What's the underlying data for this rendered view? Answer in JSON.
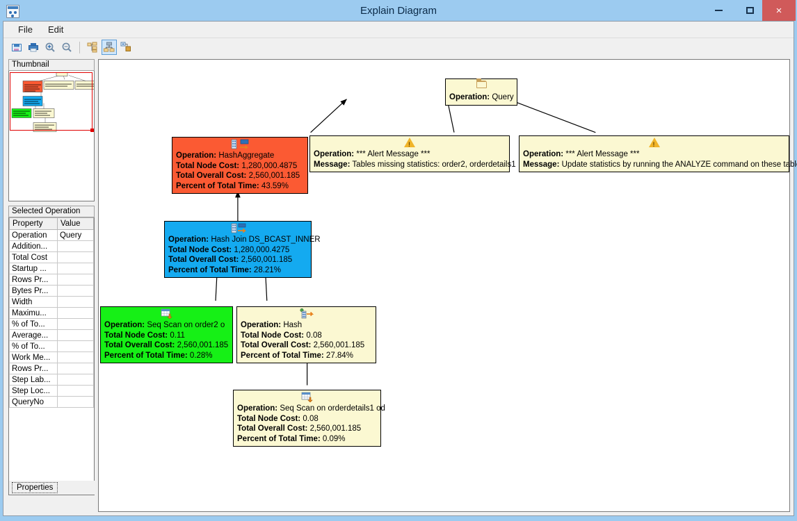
{
  "window": {
    "title": "Explain Diagram",
    "icon": "app-window-icon",
    "minimize_label": "Minimize",
    "maximize_label": "Maximize",
    "close_label": "×"
  },
  "menubar": {
    "items": [
      {
        "label": "File"
      },
      {
        "label": "Edit"
      }
    ]
  },
  "toolbar": {
    "buttons": [
      {
        "name": "save-icon",
        "label": "Save"
      },
      {
        "name": "print-icon",
        "label": "Print"
      },
      {
        "name": "zoom-in-icon",
        "label": "Zoom In"
      },
      {
        "name": "zoom-out-icon",
        "label": "Zoom Out"
      },
      {
        "name": "tree-view-icon",
        "label": "Tree View"
      },
      {
        "name": "diagram-view-icon",
        "label": "Diagram View"
      },
      {
        "name": "expand-nodes-icon",
        "label": "Expand Nodes"
      }
    ]
  },
  "left_panel": {
    "thumbnail_title": "Thumbnail",
    "selected_operation_title": "Selected Operation",
    "properties_tab_label": "Properties",
    "table": {
      "headers": [
        "Property",
        "Value"
      ],
      "rows": [
        {
          "property": "Operation",
          "value": "Query"
        },
        {
          "property": "Addition...",
          "value": ""
        },
        {
          "property": "Total Cost",
          "value": ""
        },
        {
          "property": "Startup ...",
          "value": ""
        },
        {
          "property": "Rows Pr...",
          "value": ""
        },
        {
          "property": "Bytes Pr...",
          "value": ""
        },
        {
          "property": "Width",
          "value": ""
        },
        {
          "property": "Maximu...",
          "value": ""
        },
        {
          "property": "% of To...",
          "value": ""
        },
        {
          "property": "Average...",
          "value": ""
        },
        {
          "property": "% of To...",
          "value": ""
        },
        {
          "property": "Work Me...",
          "value": ""
        },
        {
          "property": "Rows Pr...",
          "value": ""
        },
        {
          "property": "Step Lab...",
          "value": ""
        },
        {
          "property": "Step Loc...",
          "value": ""
        },
        {
          "property": "QueryNo",
          "value": ""
        }
      ]
    }
  },
  "diagram": {
    "labels": {
      "operation": "Operation:",
      "total_node_cost": "Total Node Cost:",
      "total_overall_cost": "Total Overall Cost:",
      "percent_of_total_time": "Percent of Total Time:",
      "message": "Message:"
    },
    "nodes": [
      {
        "id": "query",
        "icon": "folder-icon",
        "color": "#fbf8d2",
        "operation": "Query"
      },
      {
        "id": "hashaggregate",
        "icon": "aggregate-icon",
        "color": "#fb5a33",
        "operation": "HashAggregate",
        "total_node_cost": "1,280,000.4875",
        "total_overall_cost": "2,560,001.185",
        "percent_of_total_time": "43.59%"
      },
      {
        "id": "alert-1",
        "icon": "warning-icon",
        "color": "#fbf8d2",
        "operation": "*** Alert Message ***",
        "message": "Tables missing statistics: order2, orderdetails1"
      },
      {
        "id": "alert-2",
        "icon": "warning-icon",
        "color": "#fbf8d2",
        "operation": "*** Alert Message ***",
        "message": "Update statistics by running the ANALYZE command on these tables"
      },
      {
        "id": "hashjoin",
        "icon": "join-icon",
        "color": "#14aaf0",
        "operation": "Hash Join DS_BCAST_INNER",
        "total_node_cost": "1,280,000.4275",
        "total_overall_cost": "2,560,001.185",
        "percent_of_total_time": "28.21%"
      },
      {
        "id": "seqscan-order2",
        "icon": "table-scan-icon",
        "color": "#16f016",
        "operation": "Seq Scan on order2 o",
        "total_node_cost": "0.11",
        "total_overall_cost": "2,560,001.185",
        "percent_of_total_time": "0.28%"
      },
      {
        "id": "hash",
        "icon": "hash-icon",
        "color": "#fbf8d2",
        "operation": "Hash",
        "total_node_cost": "0.08",
        "total_overall_cost": "2,560,001.185",
        "percent_of_total_time": "27.84%"
      },
      {
        "id": "seqscan-orderdetails1",
        "icon": "table-scan-icon",
        "color": "#fbf8d2",
        "operation": "Seq Scan on orderdetails1 od",
        "total_node_cost": "0.08",
        "total_overall_cost": "2,560,001.185",
        "percent_of_total_time": "0.09%"
      }
    ]
  }
}
